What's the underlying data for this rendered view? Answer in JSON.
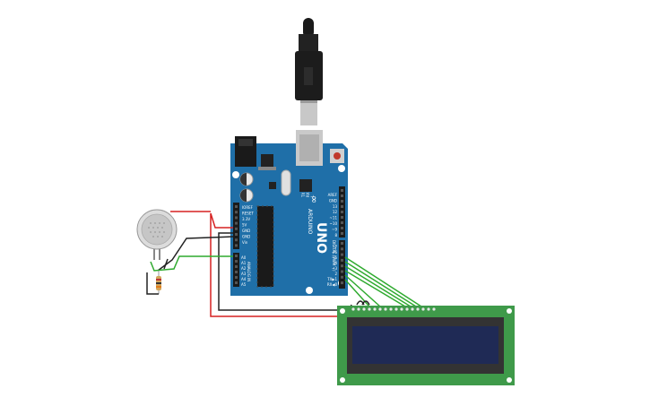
{
  "board": {
    "brand": "ARDUINO",
    "model": "UNO",
    "logo_icon": "infinity-logo-icon",
    "digital_label": "DIGITAL (PWM ~)",
    "analog_label": "ANALOG IN",
    "header_top_labels": [
      "AREF",
      "GND",
      "13",
      "12",
      "~11",
      "~10",
      "~9",
      "8"
    ],
    "header_bottom_labels": [
      "7",
      "~6",
      "~5",
      "4",
      "~3",
      "2",
      "TX▶1",
      "RX◀0"
    ],
    "power_labels": [
      "IOREF",
      "RESET",
      "3.3V",
      "5V",
      "GND",
      "GND",
      "Vin"
    ],
    "analog_pins": [
      "A0",
      "A1",
      "A2",
      "A3",
      "A4",
      "A5"
    ],
    "led_labels": [
      "TX",
      "RX",
      "L"
    ]
  },
  "colors": {
    "board": "#1f6fa8",
    "lcd_pcb": "#3f9a4a",
    "lcd_screen": "#1f2a55",
    "wire_red": "#d62020",
    "wire_black": "#222222",
    "wire_green": "#2faa2f"
  },
  "components": {
    "usb_cable": "usb-cable-icon",
    "gas_sensor": "gas-sensor-icon",
    "resistor": "resistor-icon",
    "lcd": "lcd-16x2-icon"
  }
}
